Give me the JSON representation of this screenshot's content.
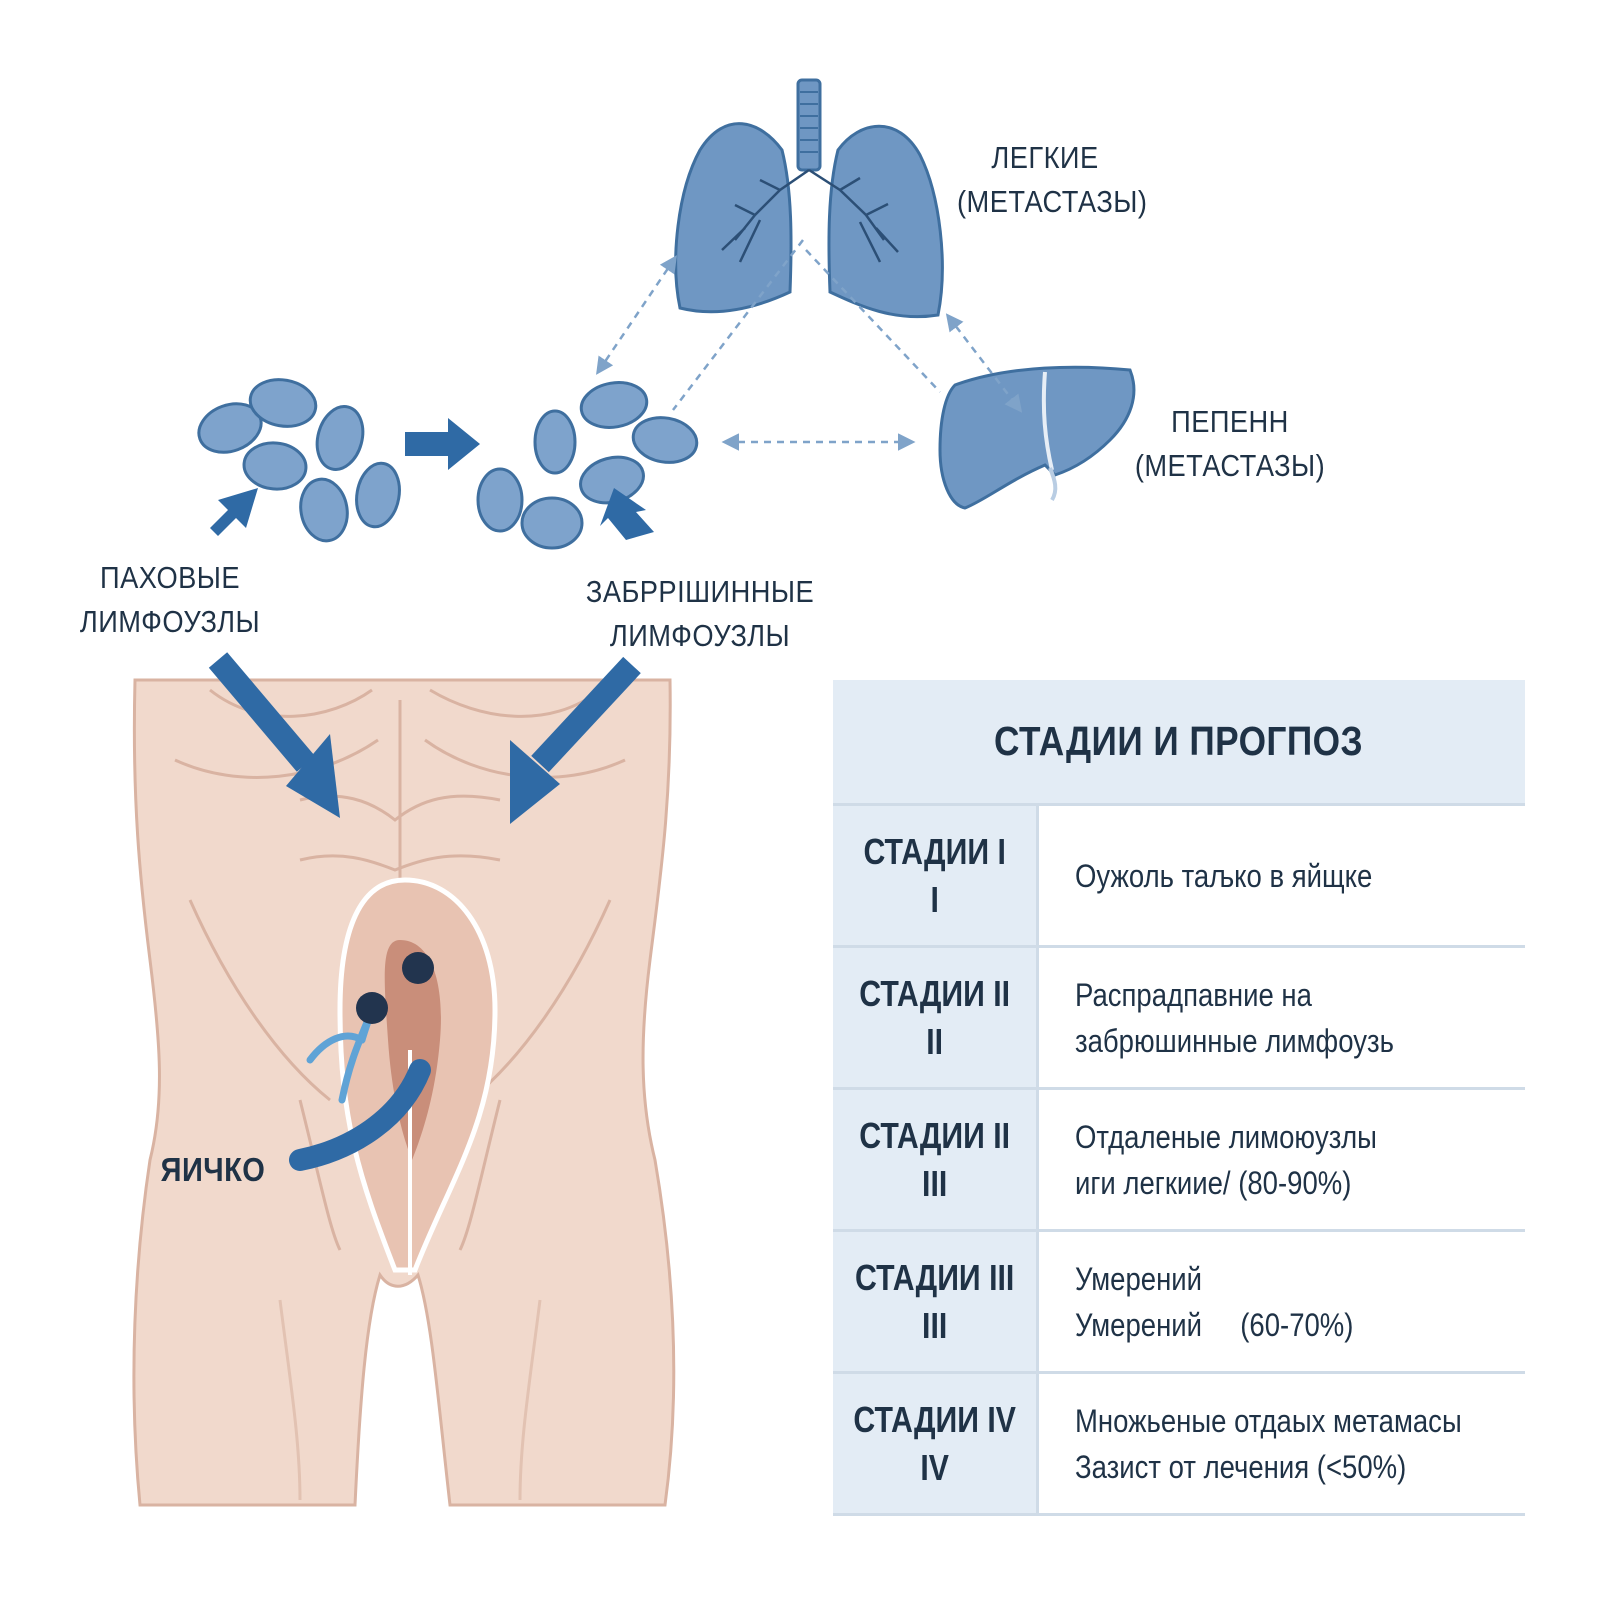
{
  "labels": {
    "lungs": [
      "ЛЕГКИЕ",
      "(МЕТАСТАЗЫ)"
    ],
    "liver": [
      "ПЕПЕНН",
      "(МЕТАСТАЗЫ)"
    ],
    "inguinal": [
      "ПАХОВЫЕ",
      "ЛИМФОУЗЛЫ"
    ],
    "retroperitoneal": [
      "ЗАБРРIШИННЫЕ",
      "ЛИМФОУЗЛЫ"
    ],
    "testis": "ЯИЧКО"
  },
  "table": {
    "title": "СТАДИИ И ПРОГПОЗ",
    "rows": [
      {
        "stage": [
          "СТАДИИ I",
          "I"
        ],
        "desc": [
          "Оужоль таљко в яйщке"
        ]
      },
      {
        "stage": [
          "СТАДИИ II",
          "II"
        ],
        "desc": [
          "Распрадпавние на",
          "забрюшинные лимфоузь"
        ]
      },
      {
        "stage": [
          "СТАДИИ II",
          "III"
        ],
        "desc": [
          "Отдаленые лимоюузлы",
          "иги легкиие/ (80-90%)"
        ]
      },
      {
        "stage": [
          "СТАДИИ III",
          "III"
        ],
        "desc": [
          "Умерений",
          "Умерений     (60-70%)"
        ]
      },
      {
        "stage": [
          "СТАДИИ IV",
          "IV"
        ],
        "desc": [
          "Множьеные отдаых метамасы",
          "Зазист от лечения (<50%)"
        ]
      }
    ]
  },
  "colors": {
    "organ_blue": "#6f97c3",
    "organ_outline": "#3f6f9f",
    "arrow_blue": "#2f6aa5",
    "skin": "#f1d9cc",
    "skin_outline": "#d9b3a2",
    "table_header_bg": "#e3ecf5",
    "text_dark": "#1f3246"
  },
  "icons": [
    "lungs-icon",
    "liver-icon",
    "lymph-node-cluster-icon",
    "torso-illustration",
    "arrow-icon"
  ]
}
